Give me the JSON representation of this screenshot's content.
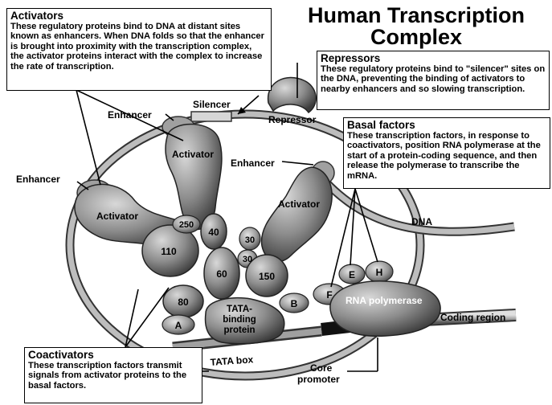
{
  "title": {
    "line1": "Human Transcription",
    "line2": "Complex"
  },
  "callouts": {
    "activators": {
      "heading": "Activators",
      "text": "These regulatory proteins bind to DNA at distant sites known as enhancers. When DNA folds so that the enhancer is brought into proximity with the transcription complex, the activator proteins interact with the complex to increase the rate of transcription."
    },
    "repressors": {
      "heading": "Repressors",
      "text": "These regulatory proteins bind to \"silencer\" sites on the DNA, preventing the binding of activators to nearby enhancers and so slowing transcription."
    },
    "basal_factors": {
      "heading": "Basal factors",
      "text": "These transcription factors, in response to coactivators, position RNA polymerase at the start of a protein-coding sequence, and then release the polymerase to transcribe the mRNA."
    },
    "coactivators": {
      "heading": "Coactivators",
      "text": "These transcription factors transmit signals from activator proteins to the basal factors."
    }
  },
  "labels": {
    "enhancer_top": "Enhancer",
    "enhancer_mid": "Enhancer",
    "enhancer_left": "Enhancer",
    "silencer": "Silencer",
    "repressor": "Repressor",
    "activator_top": "Activator",
    "activator_left": "Activator",
    "activator_right": "Activator",
    "dna": "DNA",
    "coding_region": "Coding region",
    "rna_polymerase": "RNA polymerase",
    "tata_box": "TATA box",
    "core_promoter_1": "Core",
    "core_promoter_2": "promoter",
    "tbp_1": "TATA-",
    "tbp_2": "binding",
    "tbp_3": "protein"
  },
  "subunits": {
    "s250": "250",
    "s40": "40",
    "s30a": "30",
    "s30b": "30",
    "s110": "110",
    "s60": "60",
    "s150": "150",
    "s80": "80",
    "A": "A",
    "B": "B",
    "E": "E",
    "F": "F",
    "H": "H"
  },
  "colors": {
    "protein_fill": "#8c8c8c",
    "protein_light": "#c4c4c4",
    "dna_fill": "#b5b5b5",
    "dna_dark": "#2a2a2a",
    "polymerase_fill": "#7a7a7a"
  }
}
